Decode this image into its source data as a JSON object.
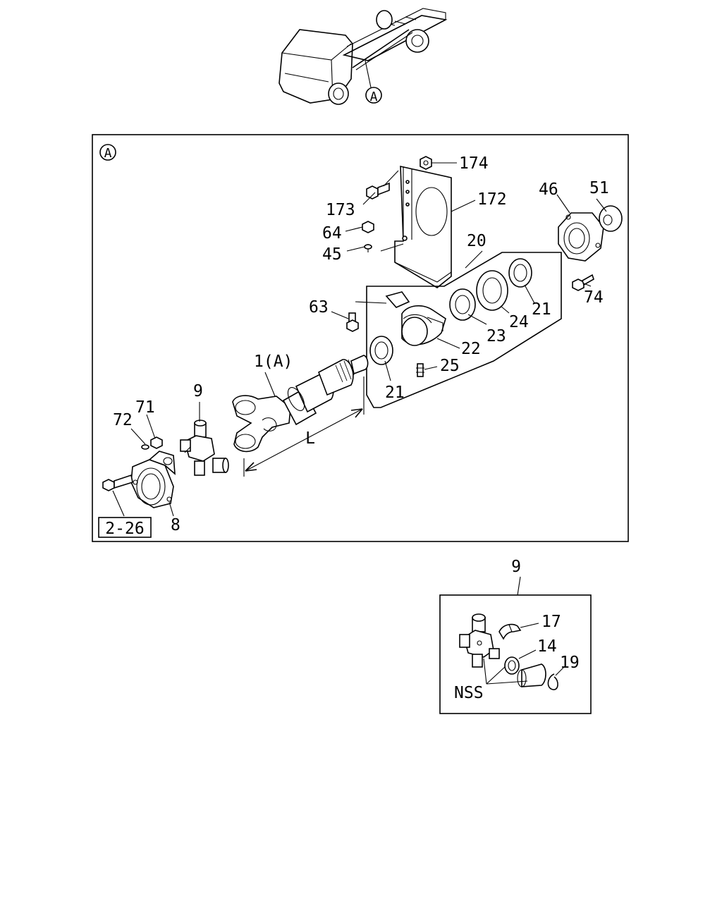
{
  "overview": {
    "callout": "A"
  },
  "main_panel": {
    "callout": "A",
    "ref_box": "2-26",
    "dimension": "L",
    "labels": {
      "p174": "174",
      "p173": "173",
      "p172": "172",
      "p64": "64",
      "p45": "45",
      "p20": "20",
      "p46": "46",
      "p51": "51",
      "p74": "74",
      "p63": "63",
      "p21a": "21",
      "p24": "24",
      "p23": "23",
      "p22": "22",
      "p25": "25",
      "p21b": "21",
      "p1a": "1(A)",
      "p9": "9",
      "p71": "71",
      "p72": "72",
      "p8": "8"
    }
  },
  "detail_panel": {
    "title": "9",
    "labels": {
      "p17": "17",
      "p14": "14",
      "p19": "19",
      "nss": "NSS"
    }
  }
}
